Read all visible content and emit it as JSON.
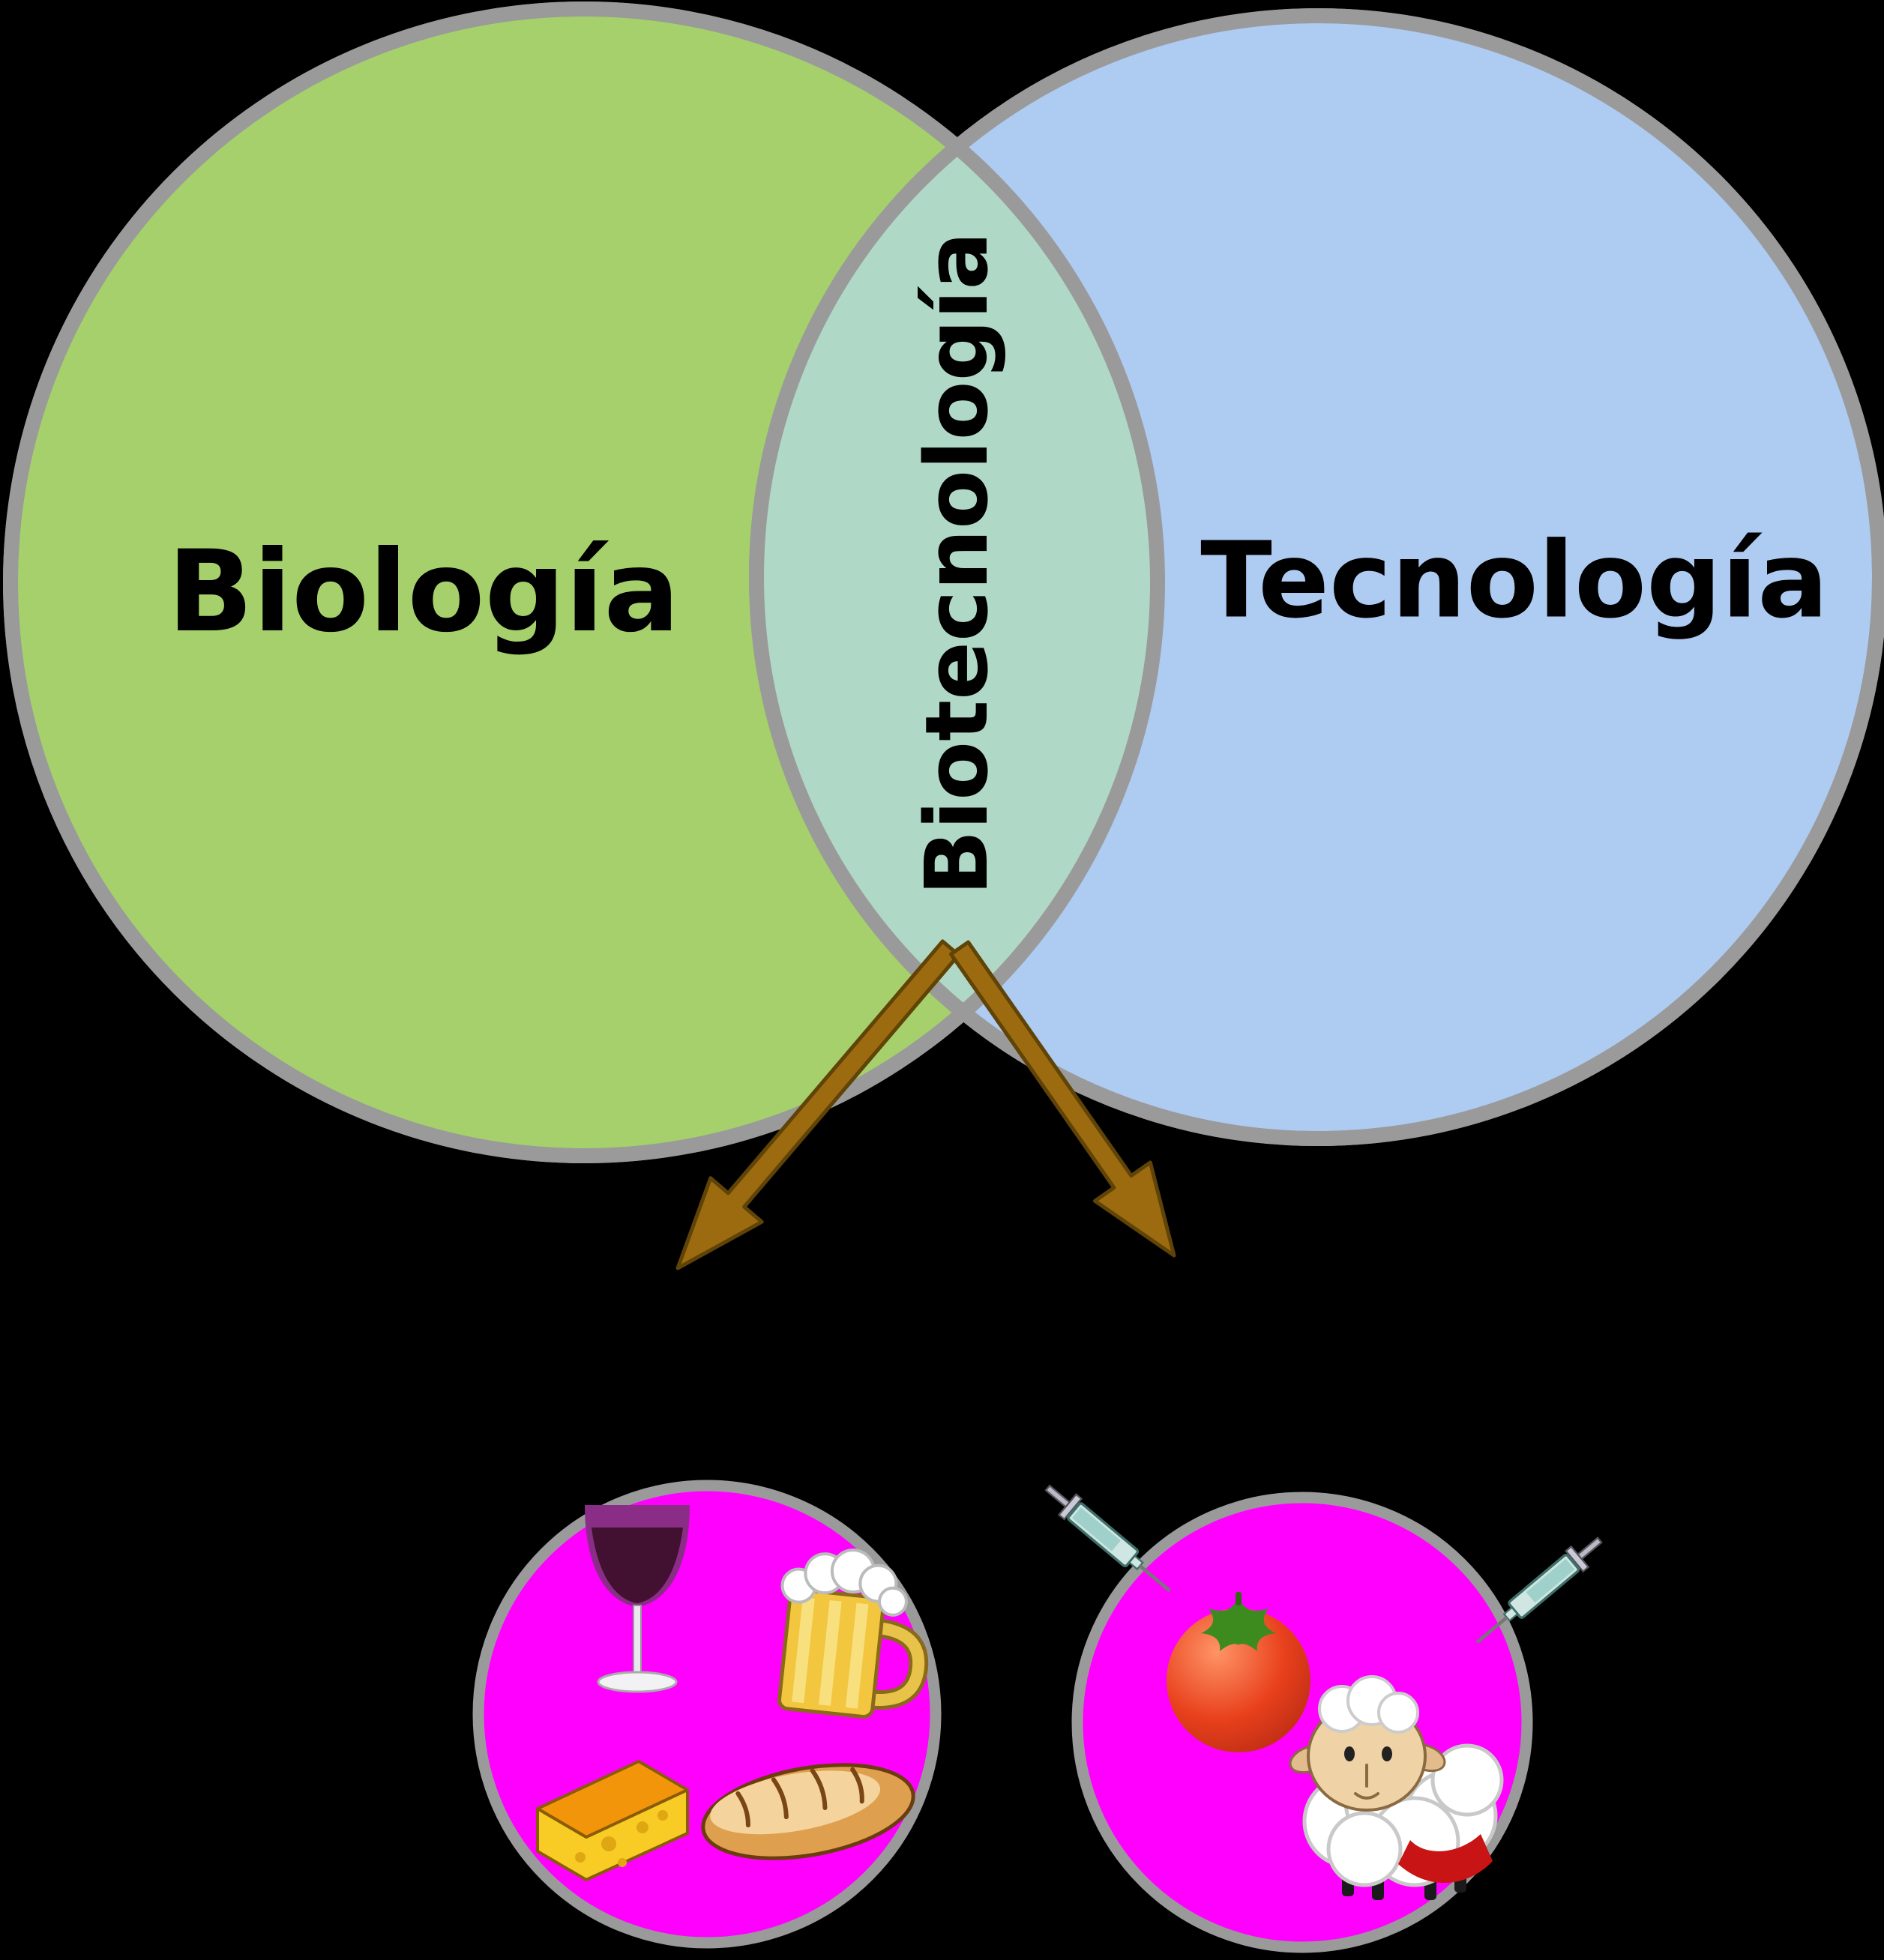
{
  "canvas": {
    "background": "#000000"
  },
  "venn": {
    "left": {
      "label": "Biología",
      "fill": "#a5d06b"
    },
    "right": {
      "label": "Tecnología",
      "fill": "#aecbf2"
    },
    "overlap": {
      "label": "Biotecnología",
      "fill": "#b0d8c7"
    },
    "ring_color": "#9a9a9a"
  },
  "arrows": {
    "fill": "#9c6b10",
    "outline": "#5f4307"
  },
  "result_circles": {
    "fill": "#ff00ff",
    "ring_color": "#9a9a9a",
    "left_icons": [
      "wine-glass-icon",
      "beer-mug-icon",
      "cheese-icon",
      "bread-icon"
    ],
    "right_icons": [
      "syringe-icon",
      "tomato-icon",
      "sheep-icon",
      "syringe-icon"
    ]
  }
}
